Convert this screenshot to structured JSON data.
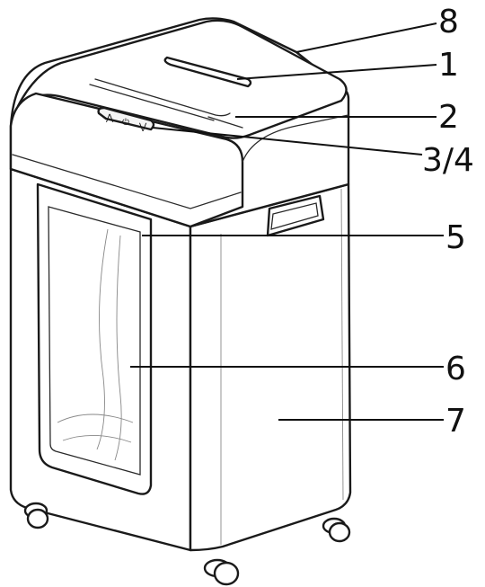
{
  "callouts": [
    {
      "id": "8",
      "label": "8"
    },
    {
      "id": "1",
      "label": "1"
    },
    {
      "id": "2",
      "label": "2"
    },
    {
      "id": "3-4",
      "label": "3/4"
    },
    {
      "id": "5",
      "label": "5"
    },
    {
      "id": "6",
      "label": "6"
    },
    {
      "id": "7",
      "label": "7"
    }
  ],
  "control_panel": {
    "reverse_symbol": "⋀",
    "power_symbol": "⏻",
    "forward_symbol": "⋁"
  }
}
